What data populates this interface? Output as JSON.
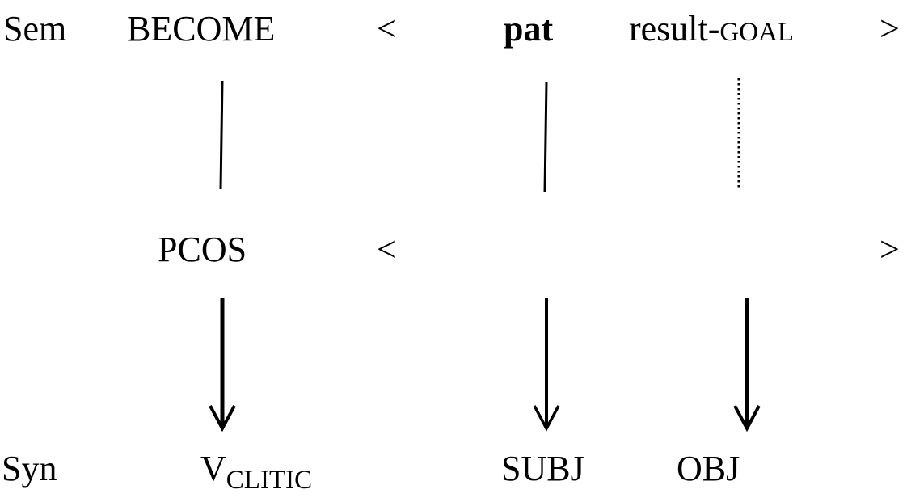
{
  "rows": {
    "sem": {
      "label": "Sem",
      "predicate": "BECOME",
      "open_bracket": "<",
      "arg1": "pat",
      "arg2_prefix": "result-",
      "arg2_smallcaps": "GOAL",
      "close_bracket": ">"
    },
    "mid": {
      "predicate": "PCOS",
      "open_bracket": "<",
      "close_bracket": ">"
    },
    "syn": {
      "label": "Syn",
      "verb": "V",
      "verb_subscript": "CLITIC",
      "subj": "SUBJ",
      "obj": "OBJ"
    }
  },
  "links": [
    {
      "from": "BECOME",
      "to": "PCOS",
      "style": "solid-line"
    },
    {
      "from": "pat",
      "to": "mid",
      "style": "solid-line"
    },
    {
      "from": "result-GOAL",
      "to": "mid",
      "style": "dotted-line"
    },
    {
      "from": "PCOS",
      "to": "V_CLITIC",
      "style": "arrow"
    },
    {
      "from": "mid",
      "to": "SUBJ",
      "style": "arrow"
    },
    {
      "from": "mid",
      "to": "OBJ",
      "style": "arrow"
    }
  ],
  "colors": {
    "ink": "#000000",
    "background": "#ffffff"
  }
}
